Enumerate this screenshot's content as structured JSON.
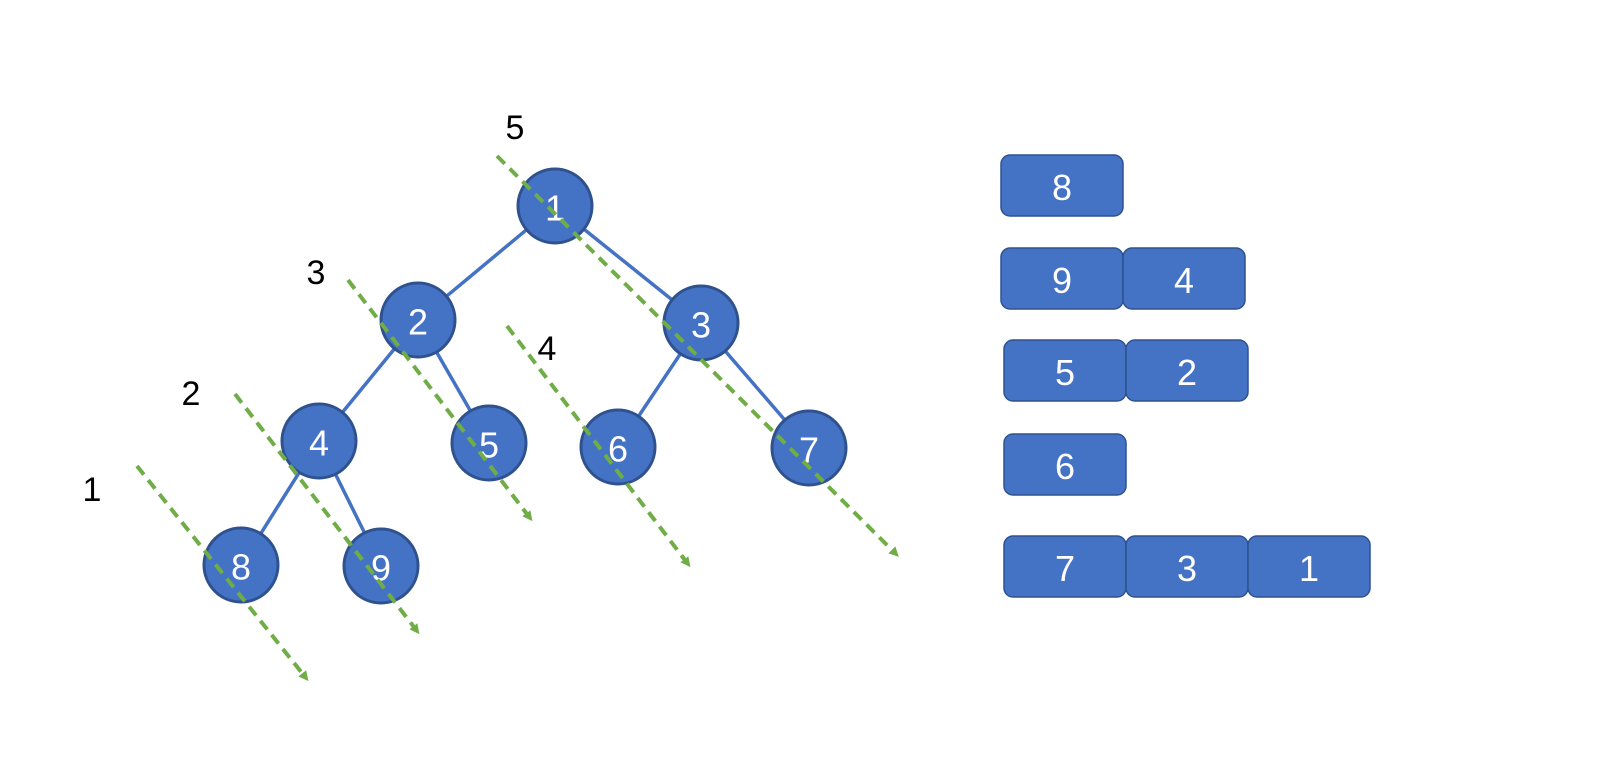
{
  "colors": {
    "node_fill": "#4472C4",
    "node_border": "#2F528F",
    "edge": "#4472C4",
    "diagonal": "#70AD47",
    "label": "#000000",
    "box_fill": "#4472C4"
  },
  "tree": {
    "nodes": [
      {
        "id": "1",
        "label": "1"
      },
      {
        "id": "2",
        "label": "2"
      },
      {
        "id": "3",
        "label": "3"
      },
      {
        "id": "4",
        "label": "4"
      },
      {
        "id": "5",
        "label": "5"
      },
      {
        "id": "6",
        "label": "6"
      },
      {
        "id": "7",
        "label": "7"
      },
      {
        "id": "8",
        "label": "8"
      },
      {
        "id": "9",
        "label": "9"
      }
    ],
    "edges": [
      [
        "1",
        "2"
      ],
      [
        "1",
        "3"
      ],
      [
        "2",
        "4"
      ],
      [
        "2",
        "5"
      ],
      [
        "3",
        "6"
      ],
      [
        "3",
        "7"
      ],
      [
        "4",
        "8"
      ],
      [
        "4",
        "9"
      ]
    ]
  },
  "diagonals": [
    {
      "label": "1",
      "nodes": [
        "8"
      ]
    },
    {
      "label": "2",
      "nodes": [
        "4",
        "9"
      ]
    },
    {
      "label": "3",
      "nodes": [
        "2",
        "5"
      ]
    },
    {
      "label": "4",
      "nodes": [
        "6"
      ]
    },
    {
      "label": "5",
      "nodes": [
        "1",
        "3",
        "7"
      ]
    }
  ],
  "result_rows": [
    [
      "8"
    ],
    [
      "9",
      "4"
    ],
    [
      "5",
      "2"
    ],
    [
      "6"
    ],
    [
      "7",
      "3",
      "1"
    ]
  ]
}
